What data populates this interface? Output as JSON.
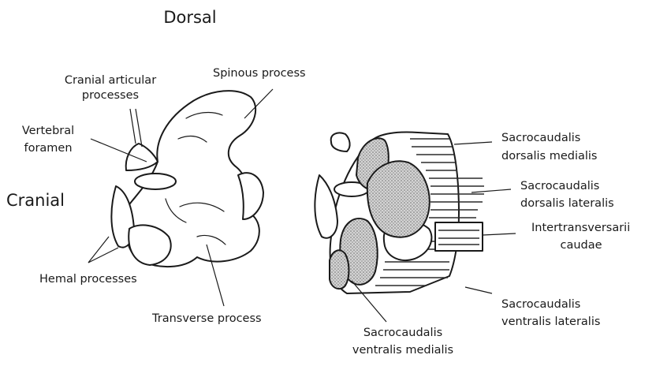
{
  "orientation": {
    "dorsal": "Dorsal",
    "cranial": "Cranial"
  },
  "bone_labels": {
    "cranial_articular_line1": "Cranial articular",
    "cranial_articular_line2": "processes",
    "spinous_process": "Spinous process",
    "vertebral_foramen_line1": "Vertebral",
    "vertebral_foramen_line2": "foramen",
    "hemal_processes": "Hemal processes",
    "transverse_process": "Transverse process"
  },
  "muscle_labels": {
    "sdm_line1": "Sacrocaudalis",
    "sdm_line2": "dorsalis medialis",
    "sdl_line1": "Sacrocaudalis",
    "sdl_line2": "dorsalis lateralis",
    "ic_line1": "Intertransversarii",
    "ic_line2": "caudae",
    "svl_line1": "Sacrocaudalis",
    "svl_line2": "ventralis lateralis",
    "svm_line1": "Sacrocaudalis",
    "svm_line2": "ventralis medialis"
  }
}
